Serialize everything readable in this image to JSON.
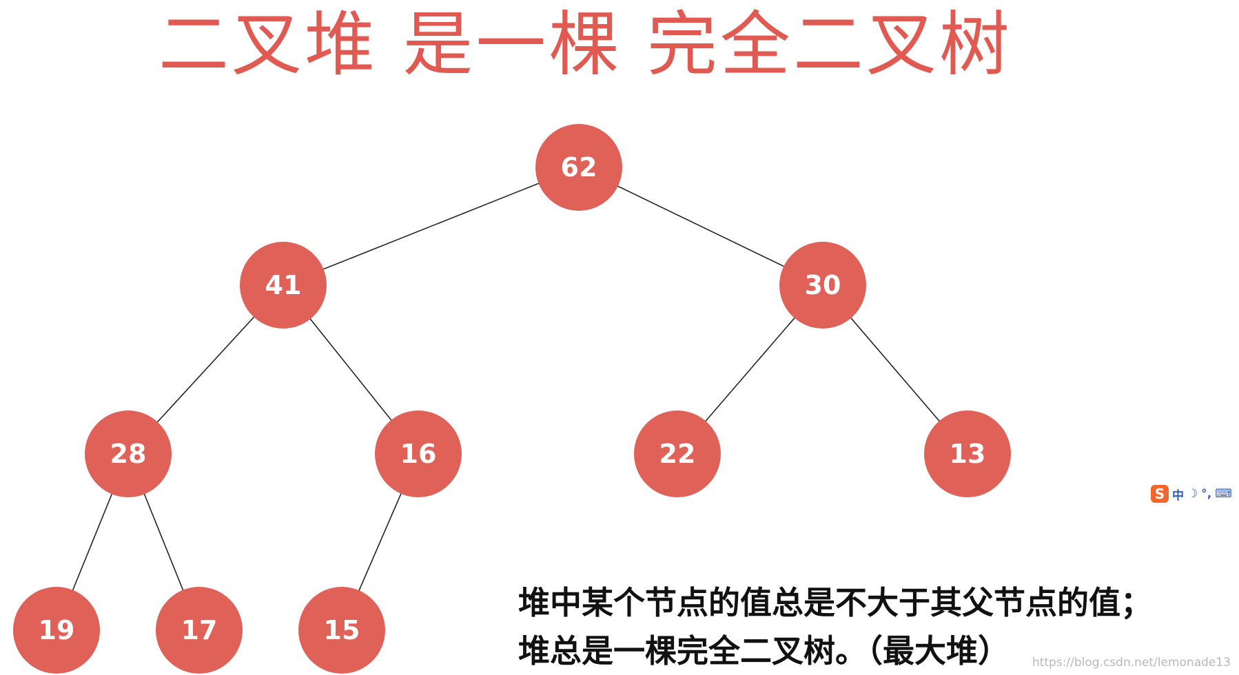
{
  "title": "二叉堆 是一棵 完全二叉树",
  "colors": {
    "node_fill": "#e06158",
    "title": "#e05a52",
    "edge": "#222222"
  },
  "tree": {
    "nodes": [
      {
        "id": "n0",
        "label": "62",
        "parent": null
      },
      {
        "id": "n1",
        "label": "41",
        "parent": "n0"
      },
      {
        "id": "n2",
        "label": "30",
        "parent": "n0"
      },
      {
        "id": "n3",
        "label": "28",
        "parent": "n1"
      },
      {
        "id": "n4",
        "label": "16",
        "parent": "n1"
      },
      {
        "id": "n5",
        "label": "22",
        "parent": "n2"
      },
      {
        "id": "n6",
        "label": "13",
        "parent": "n2"
      },
      {
        "id": "n7",
        "label": "19",
        "parent": "n3"
      },
      {
        "id": "n8",
        "label": "17",
        "parent": "n3"
      },
      {
        "id": "n9",
        "label": "15",
        "parent": "n4"
      }
    ]
  },
  "description": {
    "line1": "堆中某个节点的值总是不大于其父节点的值；",
    "line2": "堆总是一棵完全二叉树。（最大堆）"
  },
  "watermark": "https://blog.csdn.net/lemonade13",
  "ime_toolbar": {
    "logo_icon": "sogou-s-icon",
    "items": [
      "中",
      "☽",
      "°,",
      "⌨"
    ]
  }
}
